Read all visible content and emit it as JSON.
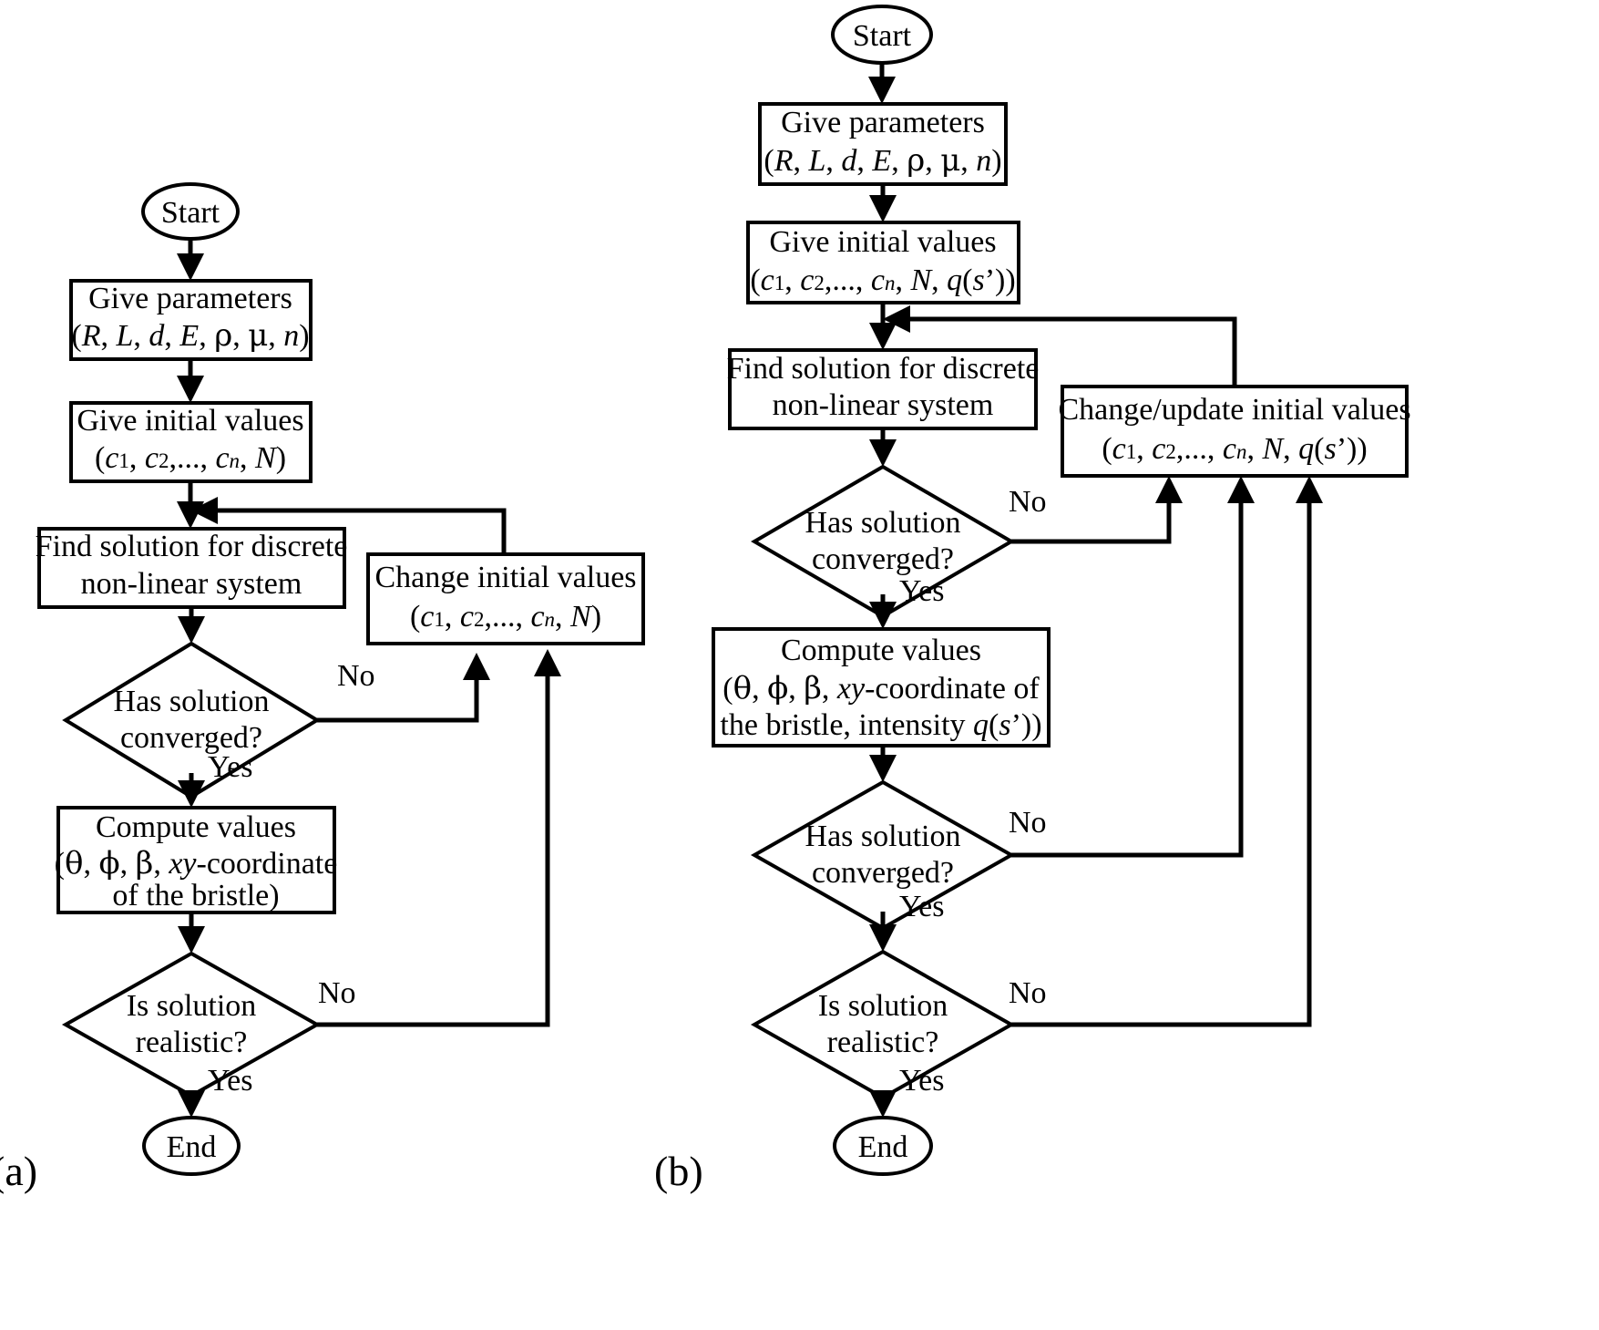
{
  "figure": {
    "type": "flowchart-pair",
    "background": "#ffffff",
    "stroke_color": "#000000",
    "panel_labels": {
      "left": "(a)",
      "right": "(b)"
    }
  },
  "panel_a": {
    "id": "a",
    "label": "(a)",
    "nodes": {
      "start": {
        "shape": "terminator",
        "text": "Start"
      },
      "give_parameters": {
        "shape": "process",
        "line1": "Give parameters",
        "line2_plain": "(R, L, d, E, ρ, μ, n)"
      },
      "give_initial_values": {
        "shape": "process",
        "line1": "Give initial values",
        "line2_plain": "(c₁, c₂,..., cₙ, N)"
      },
      "find_solution": {
        "shape": "process",
        "line1": "Find solution for discrete",
        "line2": "non-linear system"
      },
      "has_converged": {
        "shape": "decision",
        "line1": "Has solution",
        "line2": "converged?"
      },
      "change_initial_values": {
        "shape": "process",
        "line1": "Change initial values",
        "line2_plain": "(c₁, c₂,..., cₙ, N)"
      },
      "compute_values": {
        "shape": "process",
        "line1": "Compute values",
        "line2_plain": "(θ, ϕ, β, xy-coordinate",
        "line3": "of the bristle)"
      },
      "is_realistic": {
        "shape": "decision",
        "line1": "Is solution",
        "line2": "realistic?"
      },
      "end": {
        "shape": "terminator",
        "text": "End"
      }
    },
    "edge_labels": {
      "converged_no": "No",
      "converged_yes": "Yes",
      "realistic_no": "No",
      "realistic_yes": "Yes"
    }
  },
  "panel_b": {
    "id": "b",
    "label": "(b)",
    "nodes": {
      "start": {
        "shape": "terminator",
        "text": "Start"
      },
      "give_parameters": {
        "shape": "process",
        "line1": "Give parameters",
        "line2_plain": "(R, L, d, E, ρ, μ, n)"
      },
      "give_initial_values": {
        "shape": "process",
        "line1": "Give initial values",
        "line2_plain": "(c₁, c₂,..., cₙ, N, q(s’))"
      },
      "find_solution": {
        "shape": "process",
        "line1": "Find solution for discrete",
        "line2": "non-linear system"
      },
      "has_converged": {
        "shape": "decision",
        "line1": "Has solution",
        "line2": "converged?"
      },
      "change_update_initial_values": {
        "shape": "process",
        "line1": "Change/update initial values",
        "line2_plain": "(c₁, c₂,..., cₙ, N, q(s’))"
      },
      "compute_values": {
        "shape": "process",
        "line1": "Compute values",
        "line2_plain": "(θ, ϕ, β, xy-coordinate of",
        "line3_plain": "the bristle, intensity q(s’))"
      },
      "has_converged_2": {
        "shape": "decision",
        "line1": "Has solution",
        "line2": "converged?"
      },
      "is_realistic": {
        "shape": "decision",
        "line1": "Is solution",
        "line2": "realistic?"
      },
      "end": {
        "shape": "terminator",
        "text": "End"
      }
    },
    "edge_labels": {
      "converged_no": "No",
      "converged_yes": "Yes",
      "converged2_no": "No",
      "converged2_yes": "Yes",
      "realistic_no": "No",
      "realistic_yes": "Yes"
    }
  }
}
